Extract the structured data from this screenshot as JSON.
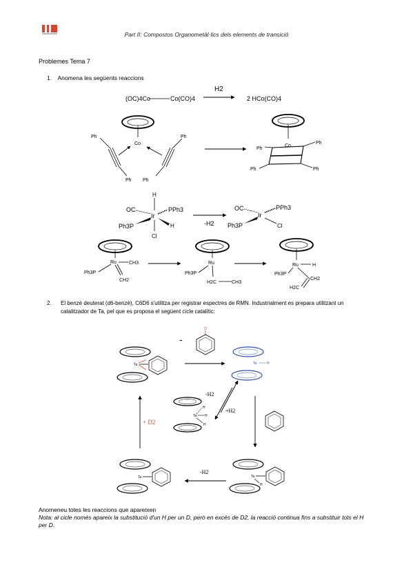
{
  "header": {
    "title": "Part II: Compostos Organometàl·lics dels elements de transició"
  },
  "section_title": "Problemes Tema 7",
  "question1": {
    "number": "1.",
    "text": "Anomena les següents reaccions"
  },
  "reaction1": {
    "reactant_left": "(OC)4Co",
    "reactant_right": "Co(CO)4",
    "reagent": "H2",
    "product": "2 HCo(CO)4"
  },
  "reaction2": {
    "ph": "Ph",
    "co": "Co"
  },
  "reaction3": {
    "h": "H",
    "oc": "OC",
    "pph3": "PPh3",
    "ph3p": "Ph3P",
    "ir": "Ir",
    "cl": "Cl",
    "reagent": "-H2"
  },
  "reaction4": {
    "ru": "Ru",
    "ch3": "CH3",
    "ph3p": "Ph3P",
    "ch2": "CH2",
    "h2c": "H2C",
    "h": "H"
  },
  "question2": {
    "number": "2.",
    "text": "El benzè deuterat (d6-benzè), C6D6 s'utilitza per registrar espectres de RMN. Industrialment es prepara utilitzant un catalitzador de Ta, pel que es proposa el següent cicle catalític:"
  },
  "cycle": {
    "ta": "Ta",
    "h": "H",
    "minus": "-",
    "minus_h2": "-H2",
    "plus_h2": "+H2",
    "plus_d2": "+ D2",
    "o_label": "O"
  },
  "final": {
    "line1": "Anomeneu totes les reaccions que apareixen",
    "nota": "Nota: al cicle només apareix la substitució d'un H per un D, però en excés de D2, la reacció continua fins a substituir tots el H per D."
  }
}
